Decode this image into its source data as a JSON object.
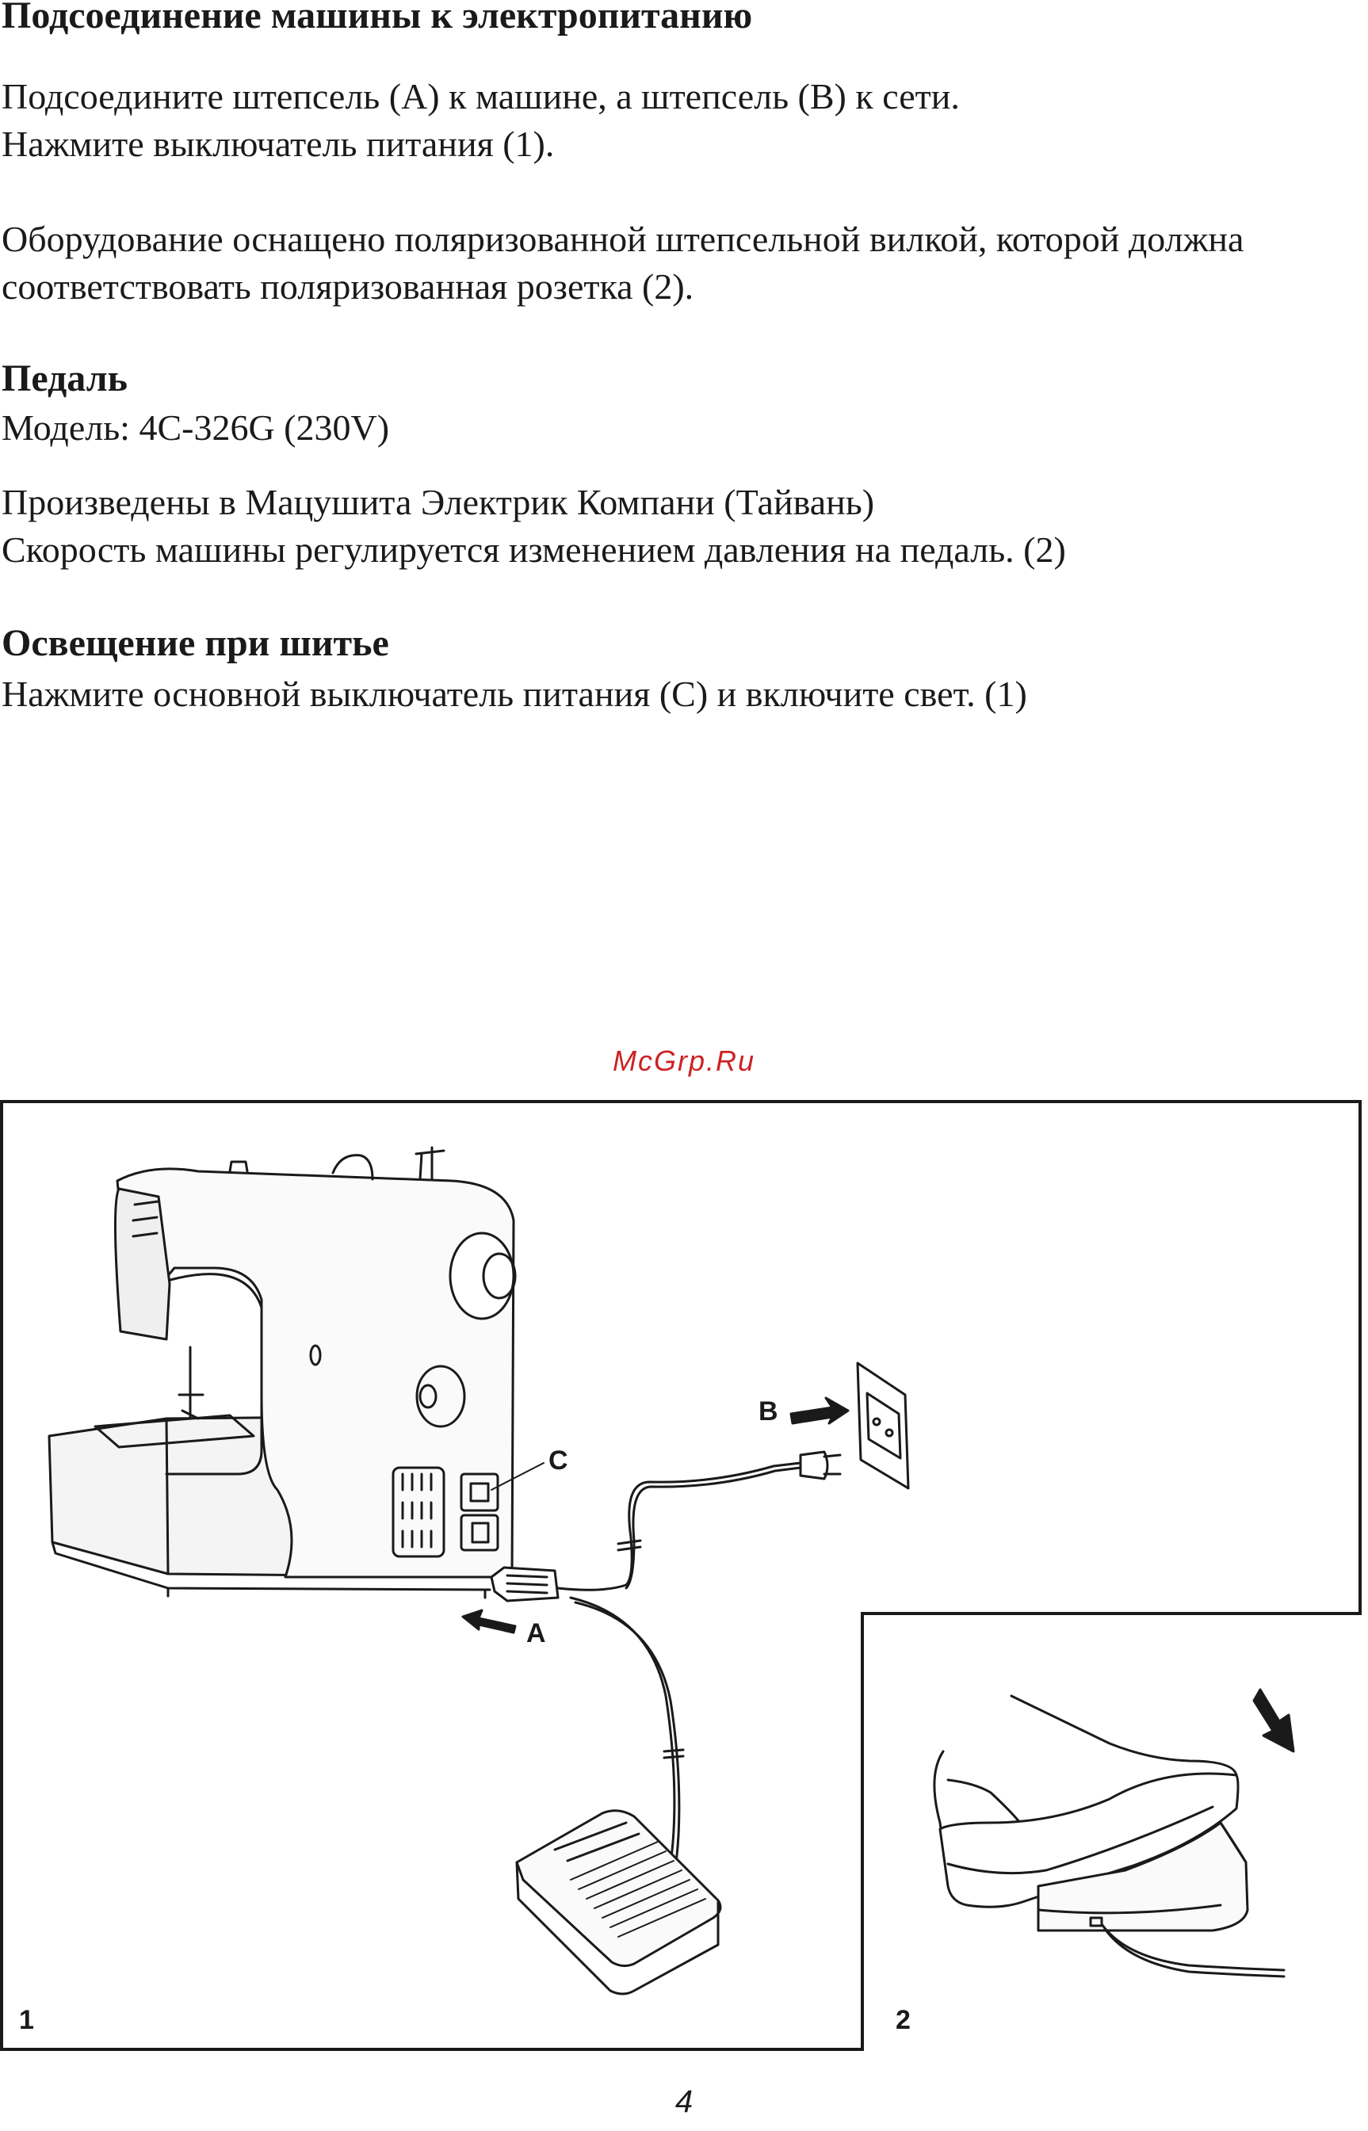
{
  "section_power": {
    "heading": "Подсоединение машины к электропитанию",
    "line1": "Подсоедините штепсель (А) к машине, а штепсель (В) к сети.",
    "line2": "Нажмите выключатель питания (1).",
    "line3": "Оборудование оснащено поляризованной штепсельной вилкой, которой должна",
    "line4": "соответствовать поляризованная розетка (2)."
  },
  "section_pedal": {
    "heading": "Педаль",
    "model": "Модель: 4С-326G (230V)",
    "line1": "Произведены в Мацушита Электрик Компани (Тайвань)",
    "line2": "Скорость машины регулируется изменением давления на педаль. (2)"
  },
  "section_light": {
    "heading": "Освещение при шитье",
    "line1": "Нажмите основной выключатель питания (С) и включите свет. (1)"
  },
  "watermark": "McGrp.Ru",
  "figure": {
    "label_b": "B",
    "label_c": "C",
    "label_a": "A",
    "fig1_number": "1",
    "fig2_number": "2"
  },
  "page_number": "4"
}
